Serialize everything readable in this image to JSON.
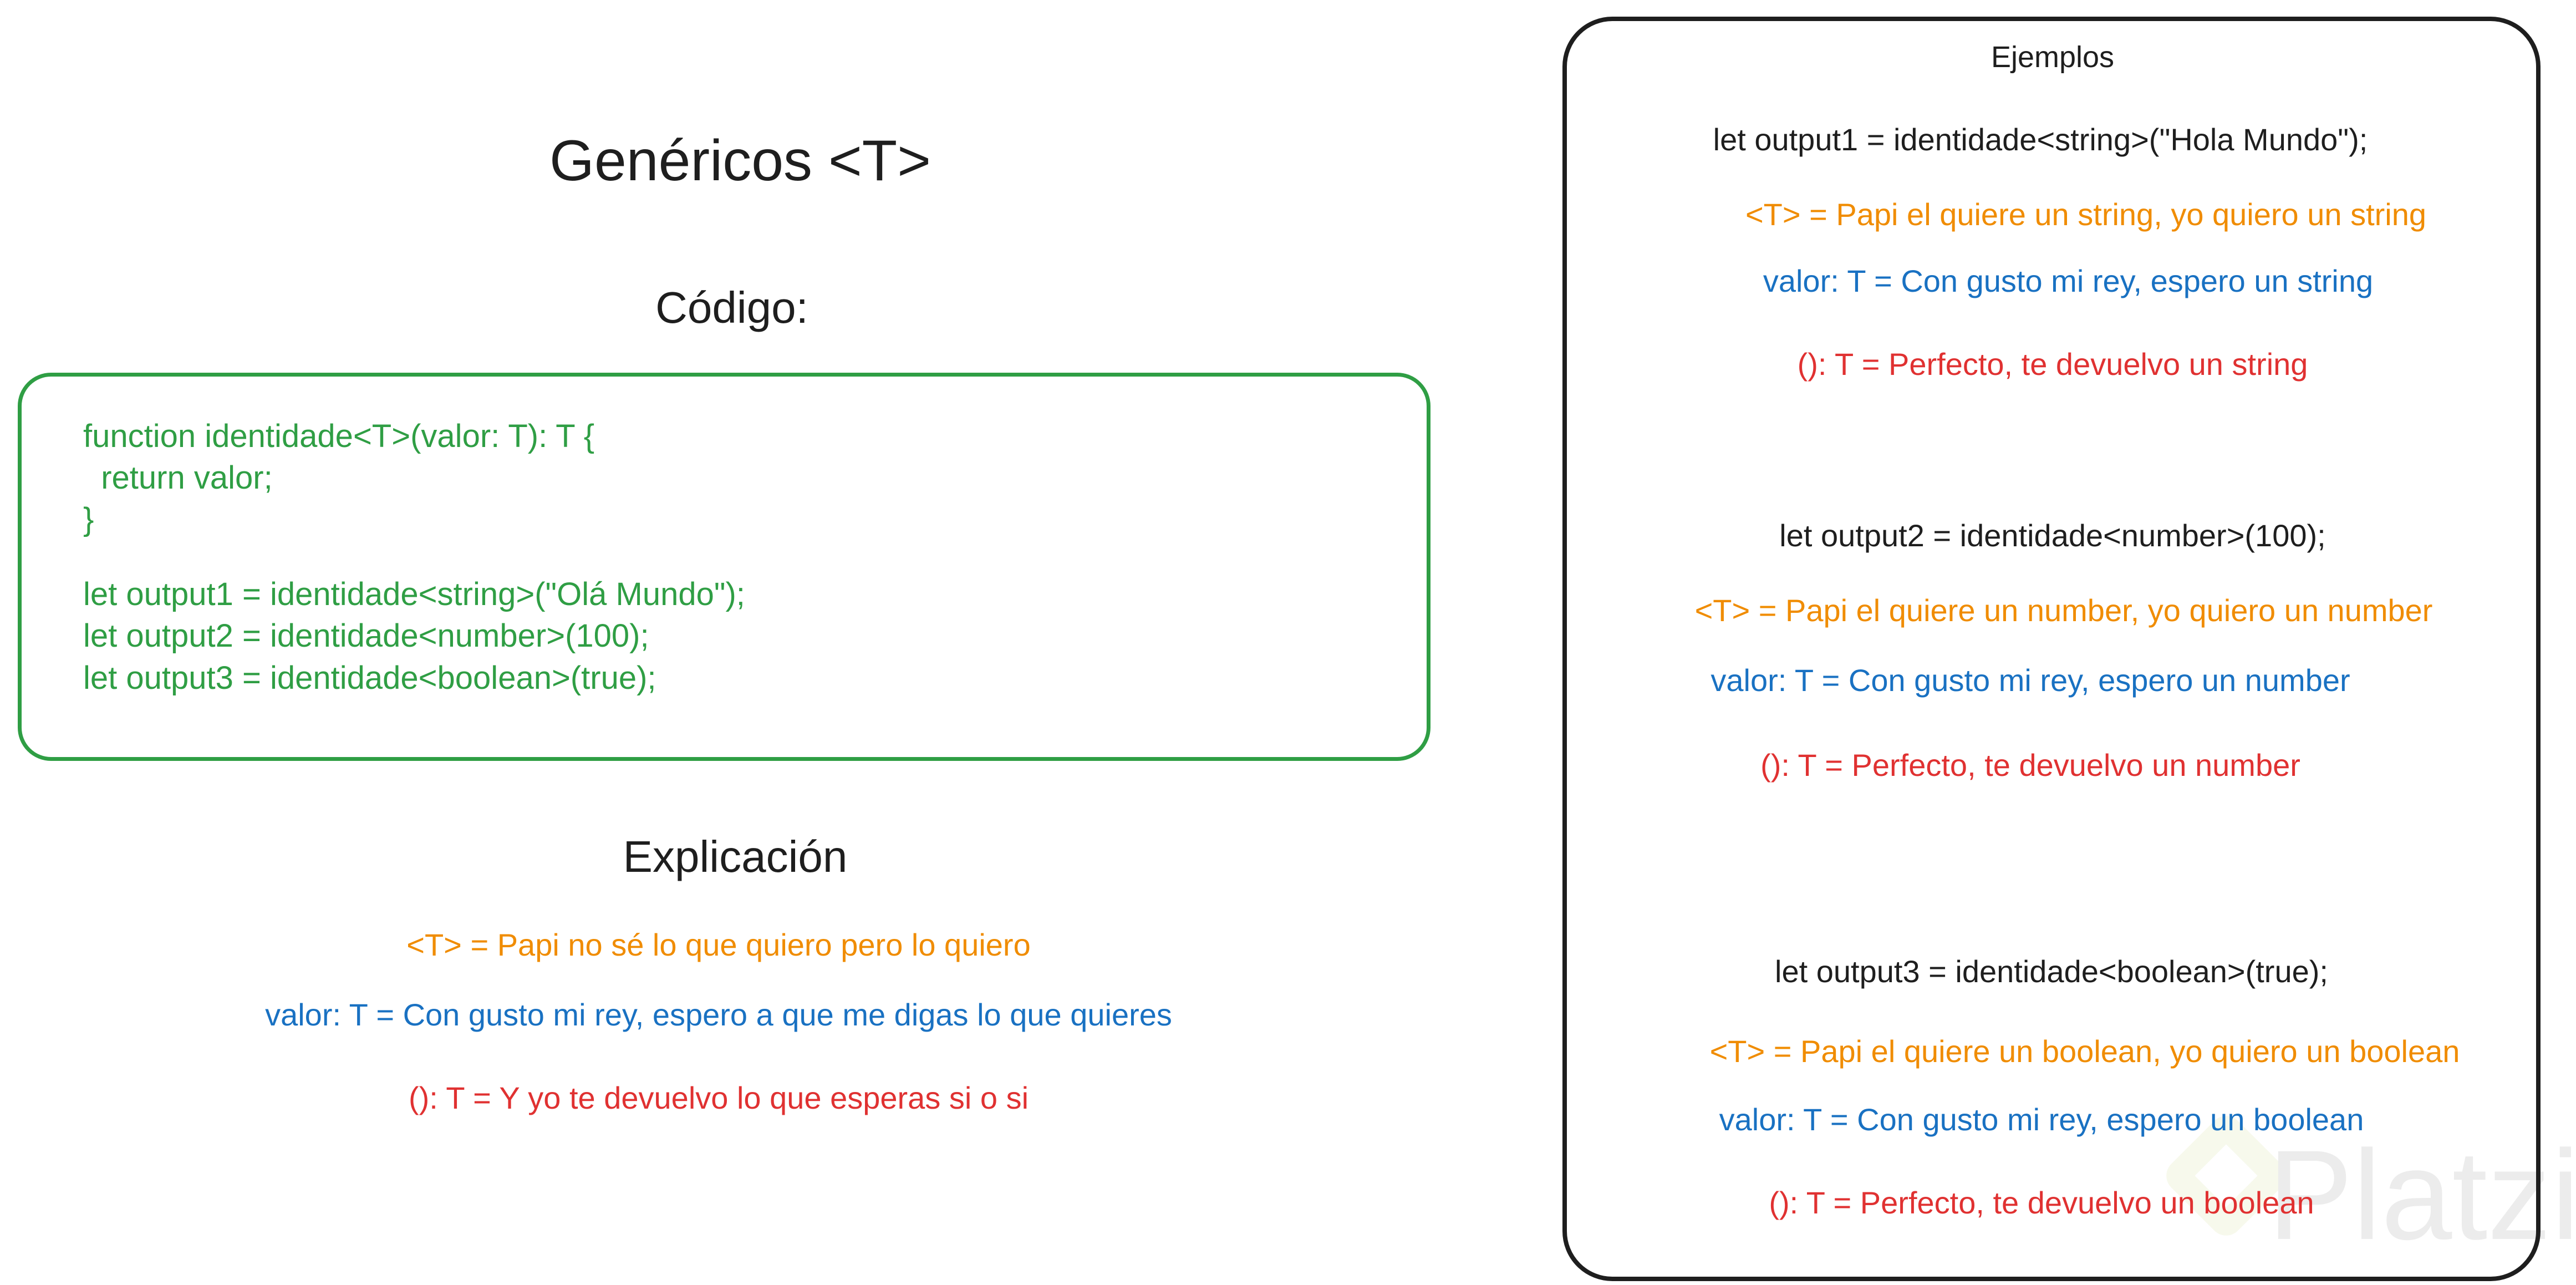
{
  "title": "Genéricos <T>",
  "code_section": {
    "heading": "Código:",
    "lines": [
      "function identidade<T>(valor: T): T {",
      "  return valor;",
      "}",
      "let output1 = identidade<string>(\"Olá Mundo\");",
      "let output2 = identidade<number>(100);",
      "let output3 = identidade<boolean>(true);"
    ]
  },
  "explanation": {
    "heading": "Explicación",
    "lines": [
      "<T> = Papi no sé lo que quiero pero lo quiero",
      "valor: T = Con gusto mi rey, espero a que me digas lo que quieres",
      "(): T = Y yo te devuelvo lo que esperas si o si"
    ]
  },
  "examples": {
    "heading": "Ejemplos",
    "items": [
      {
        "code": "let output1 = identidade<string>(\"Hola Mundo\");",
        "t": "<T> = Papi el quiere un string, yo quiero un string",
        "valor": "valor: T = Con gusto mi rey, espero un string",
        "ret": "(): T = Perfecto, te devuelvo un string"
      },
      {
        "code": "let output2 = identidade<number>(100);",
        "t": "<T> = Papi el quiere un number, yo quiero un number",
        "valor": "valor: T = Con gusto mi rey, espero un number",
        "ret": "(): T = Perfecto, te devuelvo un number"
      },
      {
        "code": "let output3 = identidade<boolean>(true);",
        "t": "<T> = Papi el quiere un boolean, yo quiero un boolean",
        "valor": "valor: T = Con gusto mi rey, espero un boolean",
        "ret": "(): T = Perfecto, te devuelvo un boolean"
      }
    ]
  },
  "watermark": "Platzi",
  "colors": {
    "code": "#2f9e44",
    "generic": "#f08c00",
    "param": "#1971c2",
    "return": "#e03131",
    "text": "#1e1e1e"
  }
}
